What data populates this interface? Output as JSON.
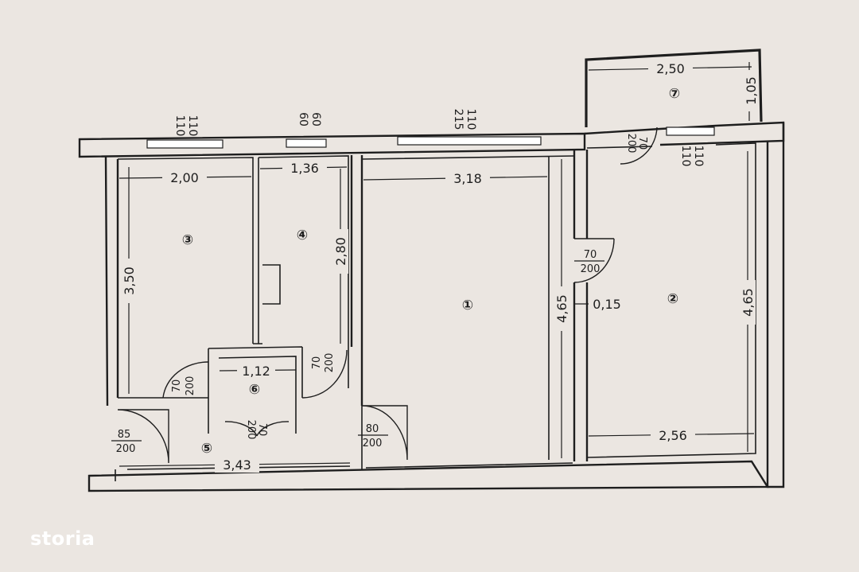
{
  "rooms": [
    {
      "id": "1",
      "symbol": "①",
      "dims": [
        "3,18",
        "4,65"
      ]
    },
    {
      "id": "2",
      "symbol": "②",
      "dims": [
        "2,56",
        "4,65"
      ]
    },
    {
      "id": "3",
      "symbol": "③",
      "dims": [
        "2,00",
        "3,50"
      ]
    },
    {
      "id": "4",
      "symbol": "④",
      "dims": [
        "1,36",
        "2,80"
      ]
    },
    {
      "id": "5",
      "symbol": "⑤",
      "dims": [
        "3,43"
      ]
    },
    {
      "id": "6",
      "symbol": "⑥",
      "dims": [
        "1,12"
      ]
    },
    {
      "id": "7",
      "symbol": "⑦",
      "dims": [
        "2,50",
        "1,05"
      ]
    }
  ],
  "wall_gap": "0,15",
  "windows": [
    {
      "top": "110",
      "bottom": "110"
    },
    {
      "top": "60",
      "bottom": "60"
    },
    {
      "top": "215",
      "bottom": "110"
    },
    {
      "top": "110",
      "bottom": "110"
    }
  ],
  "doors": [
    {
      "width": "85",
      "height": "200"
    },
    {
      "width": "70",
      "height": "200"
    },
    {
      "width": "70",
      "height": "200"
    },
    {
      "width": "80",
      "height": "200"
    },
    {
      "width": "70",
      "height": "200"
    },
    {
      "width": "70",
      "height": "200"
    },
    {
      "width": "70",
      "height": "200"
    }
  ],
  "watermark": "storia"
}
